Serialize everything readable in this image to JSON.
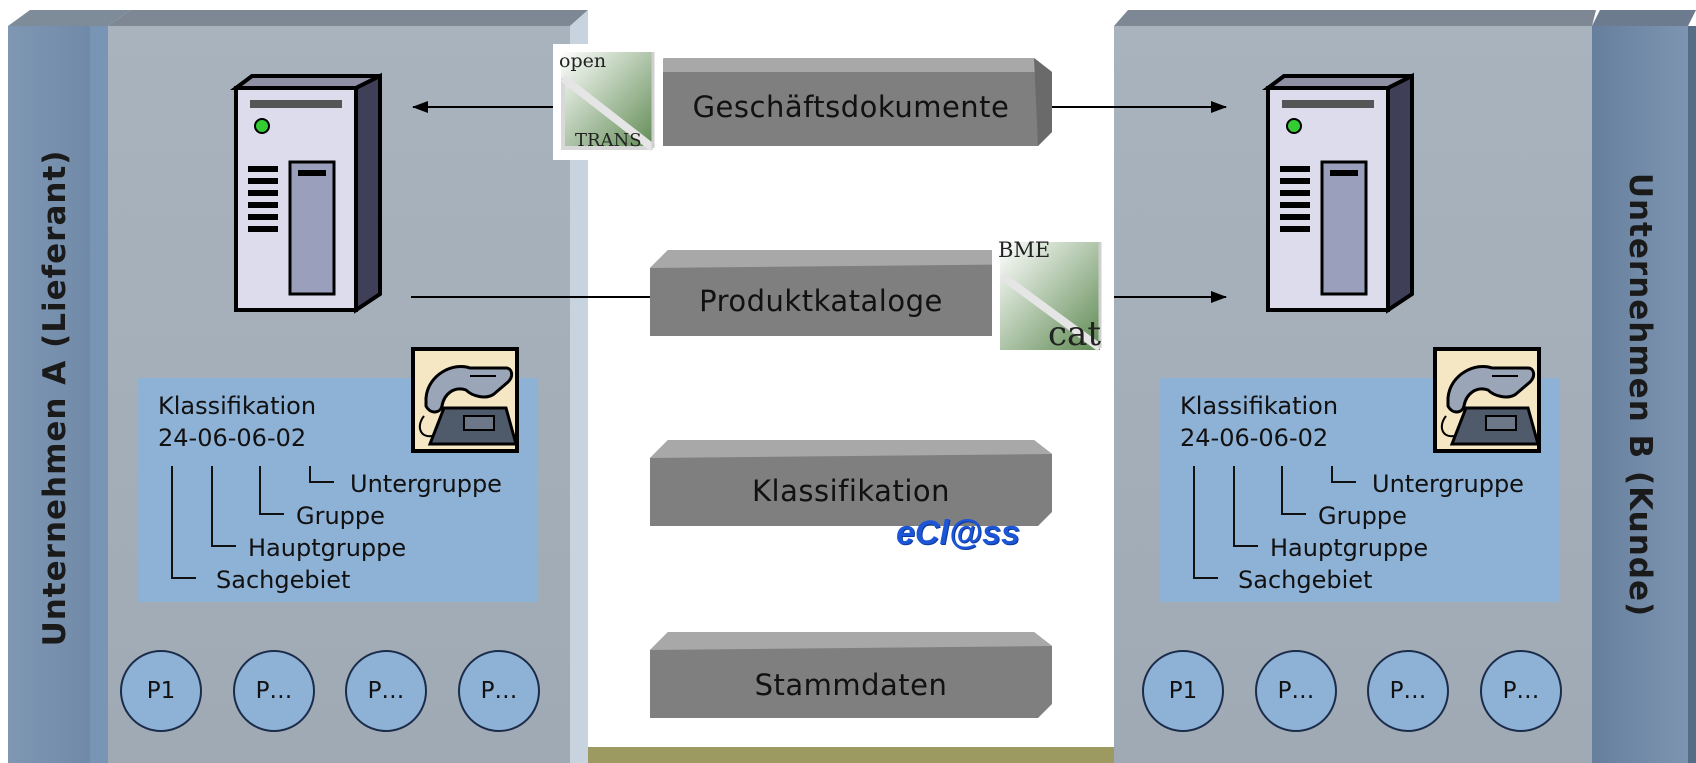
{
  "left_company": {
    "label": "Unternehmen A (Lieferant)",
    "classification": {
      "title": "Klassifikation",
      "code": "24-06-06-02",
      "levels": [
        "Untergruppe",
        "Gruppe",
        "Hauptgruppe",
        "Sachgebiet"
      ]
    },
    "products": [
      "P1",
      "P…",
      "P…",
      "P…"
    ]
  },
  "right_company": {
    "label": "Unternehmen B (Kunde)",
    "classification": {
      "title": "Klassifikation",
      "code": "24-06-06-02",
      "levels": [
        "Untergruppe",
        "Gruppe",
        "Hauptgruppe",
        "Sachgebiet"
      ]
    },
    "products": [
      "P1",
      "P…",
      "P…",
      "P…"
    ]
  },
  "exchange": {
    "business_documents": "Geschäftsdokumente",
    "product_catalogs": "Produktkataloge",
    "classification": "Klassifikation",
    "master_data": "Stammdaten"
  },
  "logos": {
    "opentrans_top": "open",
    "opentrans_bottom": "TRANS",
    "bmecat_top": "BME",
    "bmecat_bottom": "cat",
    "eclass": "eCl@ss"
  },
  "colors": {
    "panel": "#a4aeb8",
    "band": "#6f8aa9",
    "band_dark": "#5b7493",
    "classification_box": "#8eb1d6",
    "bar": "#7e7e7e",
    "bar_top": "#a2a2a2",
    "eclass_blue": "#1c55d6",
    "bottom_strip": "#9c9a60"
  }
}
